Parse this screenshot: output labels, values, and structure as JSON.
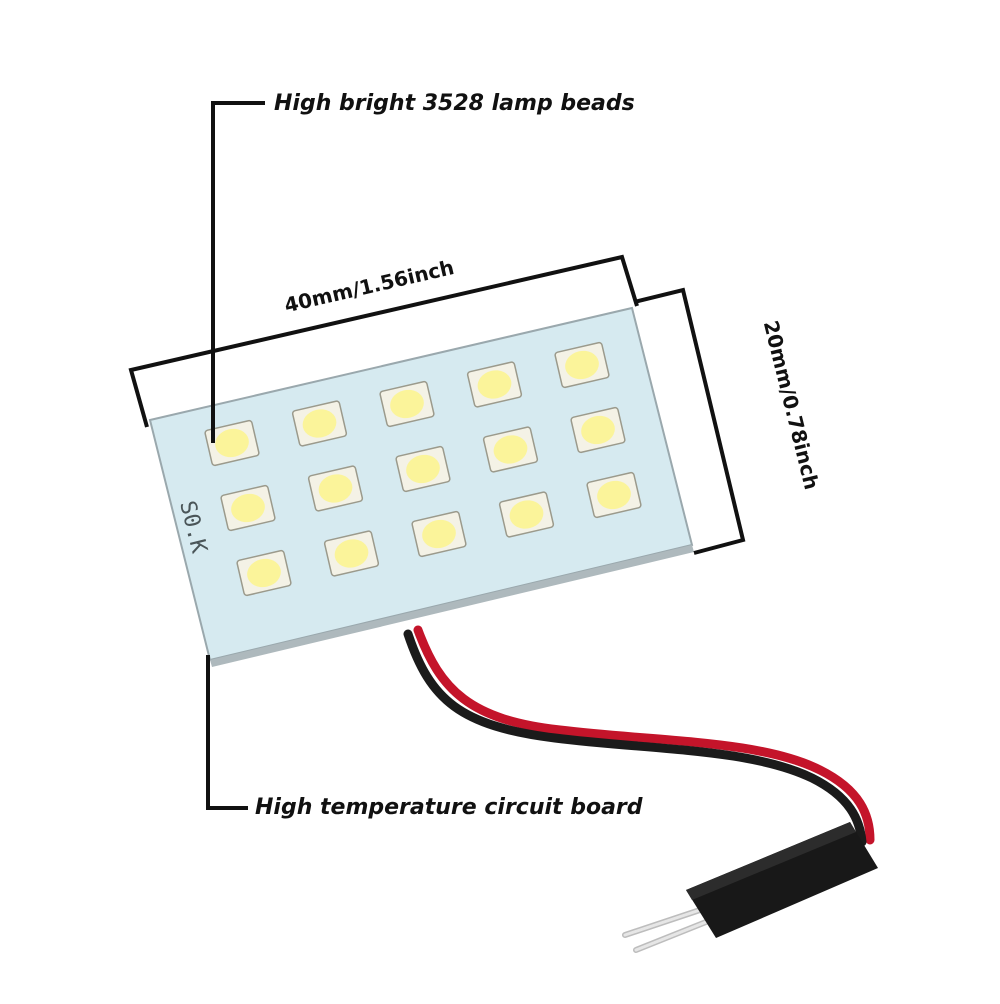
{
  "callouts": {
    "top": {
      "text": "High bright 3528 lamp beads"
    },
    "bottom": {
      "text": "High temperature circuit board"
    }
  },
  "dimensions": {
    "width": {
      "text": "40mm/1.56inch"
    },
    "height": {
      "text": "20mm/0.78inch"
    }
  },
  "board": {
    "silkscreen": "S0.K",
    "led_rows": 3,
    "led_cols": 5,
    "led_count": 15,
    "colors": {
      "board": "#d6eaf0",
      "board_edge": "#9aa8ad",
      "led_body": "#f4f2e6",
      "led_emitter": "#fbf49a",
      "wire_red": "#c4142a",
      "wire_black": "#1b1b1b",
      "connector": "#181818",
      "pins": "#d8d8d8"
    }
  }
}
